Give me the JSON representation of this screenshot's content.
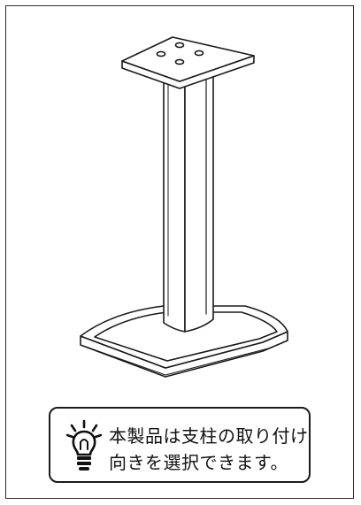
{
  "figure": {
    "subject": "speaker-stand-illustration",
    "line_color": "#1a1a1a",
    "background": "#ffffff"
  },
  "note": {
    "icon": "lightbulb-tip-icon",
    "lines": [
      "本製品は支柱の取り付け",
      "向きを選択できます。"
    ]
  }
}
